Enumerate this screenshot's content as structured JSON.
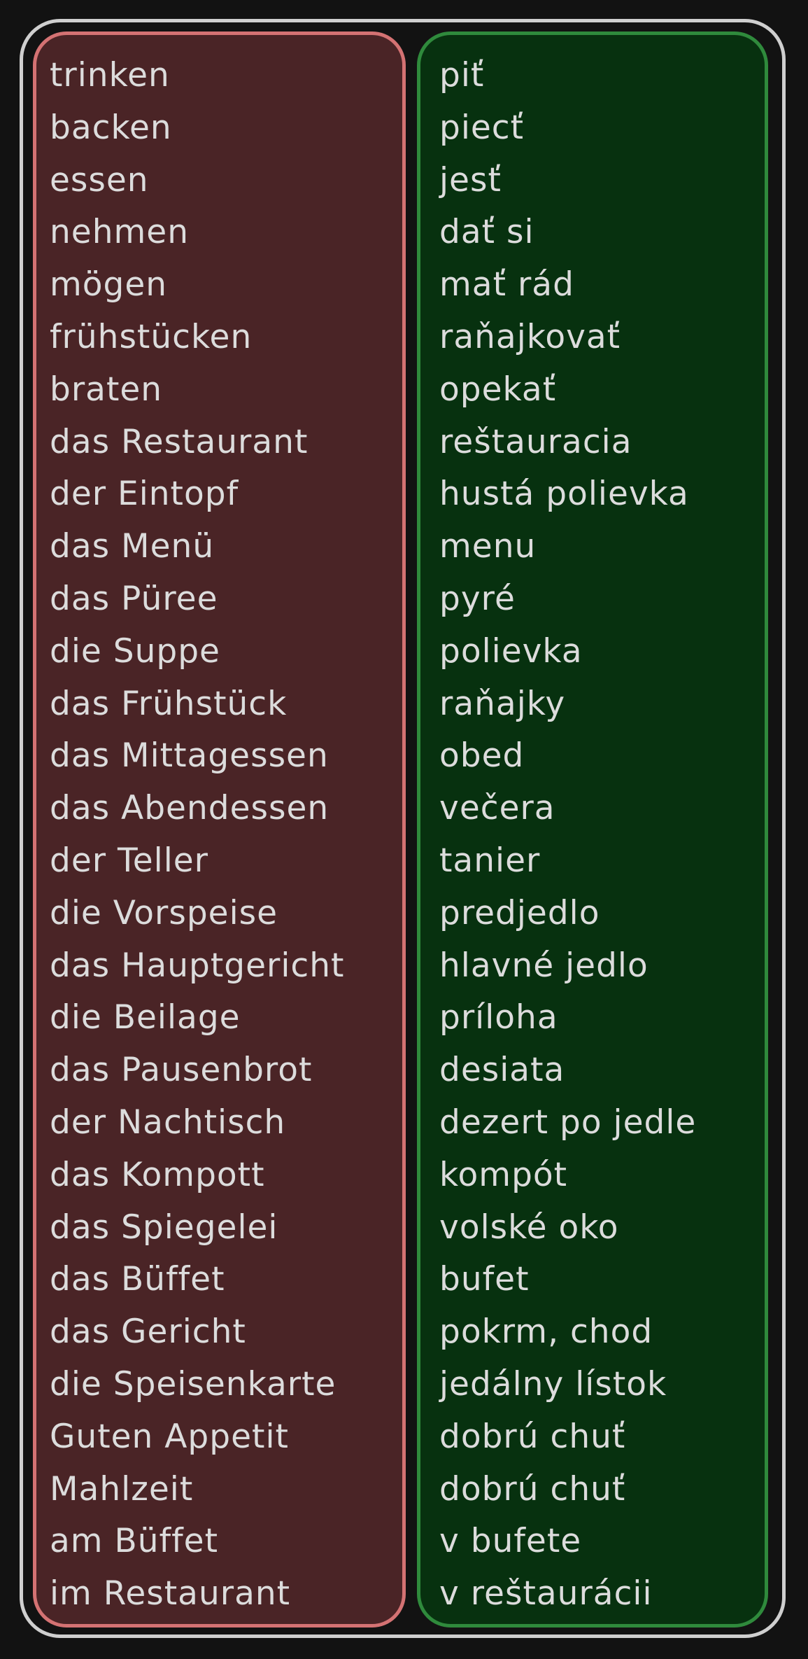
{
  "colors": {
    "background": "#121212",
    "frame": "#cfcfcf",
    "german_fill": "#4a2426",
    "german_border": "#d47273",
    "slovak_fill": "#07310f",
    "slovak_border": "#2f8a3c",
    "text": "#dcdcdc"
  },
  "german": [
    "trinken",
    "backen",
    "essen",
    "nehmen",
    "mögen",
    "frühstücken",
    "braten",
    "das Restaurant",
    "der Eintopf",
    "das Menü",
    "das Püree",
    "die Suppe",
    "das Frühstück",
    "das Mittagessen",
    "das Abendessen",
    "der Teller",
    "die Vorspeise",
    "das Hauptgericht",
    "die Beilage",
    "das Pausenbrot",
    "der Nachtisch",
    "das Kompott",
    "das Spiegelei",
    "das Büffet",
    "das Gericht",
    "die Speisenkarte",
    "Guten Appetit",
    "Mahlzeit",
    "am Büffet",
    "im Restaurant"
  ],
  "slovak": [
    "piť",
    "piecť",
    "jesť",
    "dať si",
    "mať rád",
    "raňajkovať",
    "opekať",
    "reštauracia",
    "hustá polievka",
    "menu",
    "pyré",
    "polievka",
    "raňajky",
    "obed",
    "večera",
    "tanier",
    "predjedlo",
    "hlavné jedlo",
    "príloha",
    "desiata",
    "dezert po jedle",
    "kompót",
    "volské oko",
    "bufet",
    "pokrm, chod",
    "jedálny lístok",
    "dobrú chuť",
    "dobrú chuť",
    "v bufete",
    "v reštaurácii"
  ]
}
